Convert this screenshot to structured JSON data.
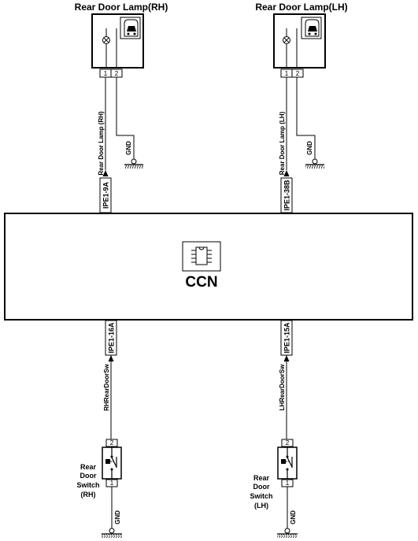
{
  "lamps": {
    "rh": {
      "title": "Rear Door Lamp(RH)",
      "pins": [
        "1",
        "2"
      ],
      "wire_label": "Rear Door Lamp (RH)",
      "ground_label": "GND",
      "connector": "IPE1-9A"
    },
    "lh": {
      "title": "Rear Door Lamp(LH)",
      "pins": [
        "1",
        "2"
      ],
      "wire_label": "Rear Door Lamp (LH)",
      "ground_label": "GND",
      "connector": "IPE1-38B"
    }
  },
  "module": {
    "label": "CCN"
  },
  "switches": {
    "rh": {
      "connector": "IPE1-16A",
      "wire_label": "RHRearDoorSw",
      "pins": [
        "2",
        "1"
      ],
      "label_lines": [
        "Rear",
        "Door",
        "Switch",
        "(RH)"
      ],
      "ground_label": "GND"
    },
    "lh": {
      "connector": "IPE1-15A",
      "wire_label": "LHRearDoorSw",
      "pins": [
        "2",
        "1"
      ],
      "label_lines": [
        "Rear",
        "Door",
        "Switch",
        "(LH)"
      ],
      "ground_label": "GND"
    }
  }
}
